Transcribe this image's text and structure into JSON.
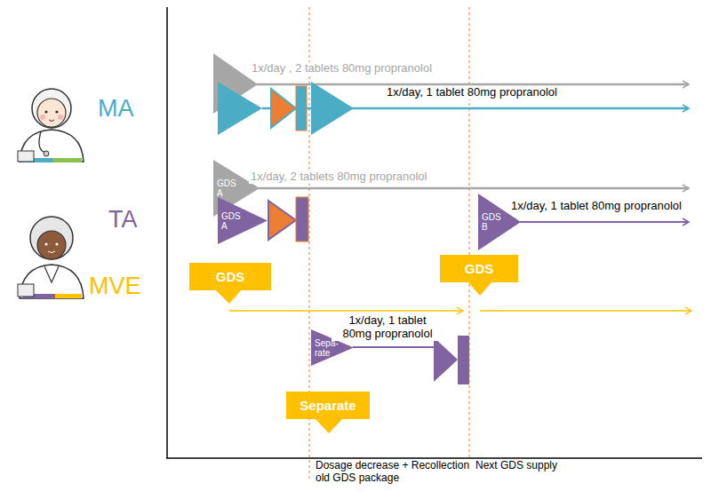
{
  "diagram": {
    "nodes": [
      {
        "text": [
          "GDS A"
        ]
      },
      {
        "text": [
          "GDS B"
        ]
      },
      {
        "text": [
          "GDS A"
        ]
      },
      {
        "text": [
          "GDS"
        ]
      },
      {
        "text": [
          "GDS"
        ]
      },
      {
        "text": [
          "Sepa- rate"
        ]
      },
      {
        "text": [
          "Separate"
        ]
      }
    ],
    "labels": [
      "1x/day , 2 tablets 80mg propranolol",
      "1x/day, 1 tablet 80mg propranolol",
      "MA",
      "1x/day, 2 tablets 80mg propranolol",
      "1x/day, 1 tablet 80mg propranolol",
      "TA",
      "MVE",
      "1x/day, 1 tablet 80mg propranolol",
      "Dosage decrease + Recollection old GDS package",
      "Next GDS supply"
    ]
  }
}
